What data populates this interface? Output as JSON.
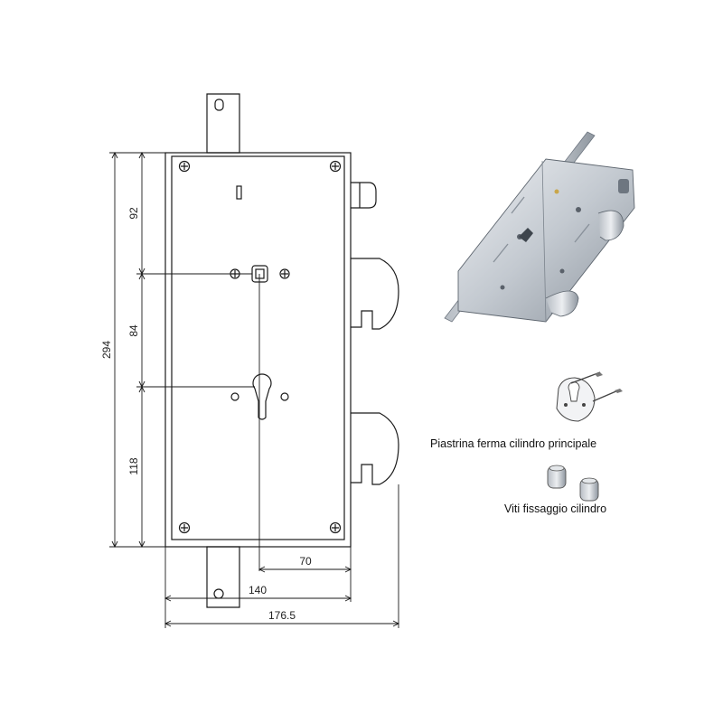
{
  "dimensions": {
    "top_section": "92",
    "middle_section": "84",
    "bottom_section": "118",
    "total_height": "294",
    "cylinder_offset": "70",
    "backset_width": "140",
    "total_width": "176.5"
  },
  "captions": {
    "main_plate": "Piastrina ferma cilindro principale",
    "cylinder_screws": "Viti fissaggio cilindro"
  },
  "colors": {
    "line": "#1a1a1a",
    "metal_light": "#d9dde2",
    "metal_mid": "#aab1b9",
    "metal_dark": "#6e7680"
  }
}
